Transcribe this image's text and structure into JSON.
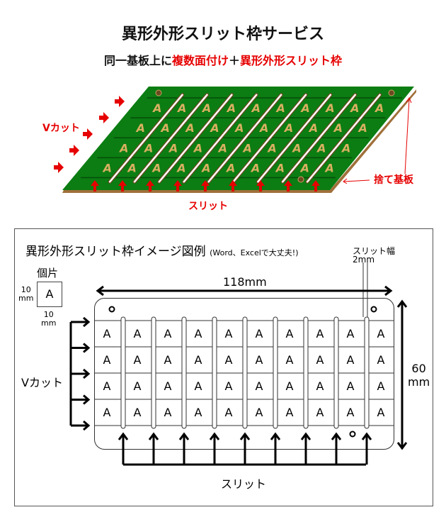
{
  "title": "異形外形スリット枠サービス",
  "subtitle": {
    "part1": "同一基板上に",
    "part2": "複数面付け",
    "part3": "＋",
    "part4": "異形外形スリット枠"
  },
  "pcb": {
    "vcut_label": "Vカット",
    "slit_label": "スリット",
    "waste_label": "捨て基板",
    "cell_letter": "A",
    "rows": 4,
    "cols": 10
  },
  "diagram": {
    "title": "異形外形スリット枠イメージ図例",
    "note": "(Word、Excelで大丈夫!)",
    "piece_label": "個片",
    "piece_letter": "A",
    "piece_h": "10",
    "piece_h_unit": "mm",
    "piece_w": "10",
    "piece_w_unit": "mm",
    "width": "118mm",
    "height": "60",
    "height_unit": "mm",
    "slit_width_label": "スリット幅",
    "slit_width": "2mm",
    "vcut_label": "Vカット",
    "slit_label": "スリット",
    "cell_letter": "A"
  },
  "colors": {
    "pcb_green": "#0b7d12",
    "accent": "#e60000",
    "gold": "#d8b060"
  }
}
